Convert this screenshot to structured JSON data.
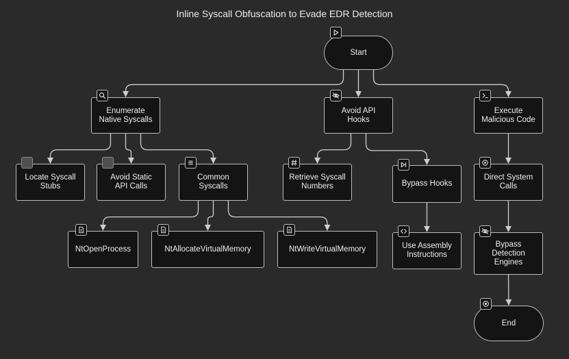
{
  "title": "Inline Syscall Obfuscation to Evade EDR Detection",
  "nodes": {
    "start": {
      "label": "Start",
      "icon": "play-icon"
    },
    "enumerate": {
      "label": "Enumerate\nNative Syscalls",
      "icon": "search-icon"
    },
    "avoid_api_hooks": {
      "label": "Avoid API\nHooks",
      "icon": "eye-off-icon"
    },
    "execute": {
      "label": "Execute\nMalicious Code",
      "icon": "terminal-icon"
    },
    "locate_stubs": {
      "label": "Locate Syscall\nStubs",
      "icon": "blank-square-icon"
    },
    "avoid_static": {
      "label": "Avoid Static\nAPI Calls",
      "icon": "blank-square-icon"
    },
    "common_syscalls": {
      "label": "Common\nSyscalls",
      "icon": "list-icon"
    },
    "retrieve_numbers": {
      "label": "Retrieve Syscall\nNumbers",
      "icon": "hash-icon"
    },
    "bypass_hooks": {
      "label": "Bypass Hooks",
      "icon": "skip-forward-icon"
    },
    "direct_calls": {
      "label": "Direct System\nCalls",
      "icon": "target-icon"
    },
    "ntopenprocess": {
      "label": "NtOpenProcess",
      "icon": "file-icon"
    },
    "ntallocate": {
      "label": "NtAllocateVirtualMemory",
      "icon": "file-icon"
    },
    "ntwrite": {
      "label": "NtWriteVirtualMemory",
      "icon": "file-icon"
    },
    "use_assembly": {
      "label": "Use Assembly\nInstructions",
      "icon": "code-icon"
    },
    "bypass_engines": {
      "label": "Bypass\nDetection\nEngines",
      "icon": "eye-off-icon"
    },
    "end": {
      "label": "End",
      "icon": "stop-circle-icon"
    }
  },
  "edges": [
    [
      "start",
      "enumerate"
    ],
    [
      "start",
      "avoid_api_hooks"
    ],
    [
      "start",
      "execute"
    ],
    [
      "enumerate",
      "locate_stubs"
    ],
    [
      "enumerate",
      "avoid_static"
    ],
    [
      "enumerate",
      "common_syscalls"
    ],
    [
      "avoid_api_hooks",
      "retrieve_numbers"
    ],
    [
      "avoid_api_hooks",
      "bypass_hooks"
    ],
    [
      "common_syscalls",
      "ntopenprocess"
    ],
    [
      "common_syscalls",
      "ntallocate"
    ],
    [
      "common_syscalls",
      "ntwrite"
    ],
    [
      "bypass_hooks",
      "use_assembly"
    ],
    [
      "execute",
      "direct_calls"
    ],
    [
      "direct_calls",
      "bypass_engines"
    ],
    [
      "bypass_engines",
      "end"
    ]
  ]
}
